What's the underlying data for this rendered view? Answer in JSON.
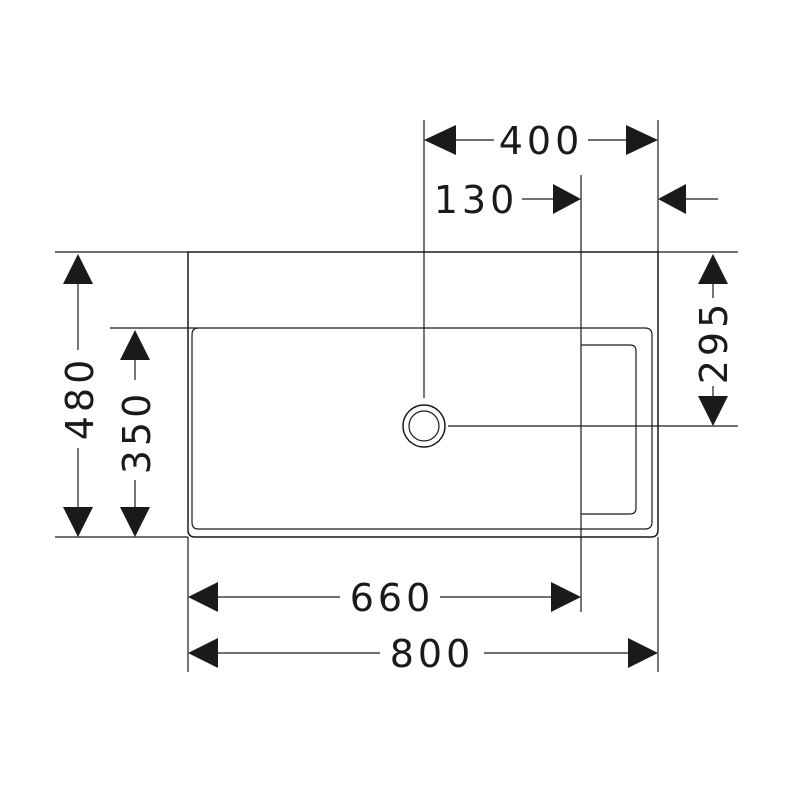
{
  "drawing": {
    "line_color": "#1a1a1a",
    "background": "#ffffff",
    "dimensions": {
      "width_overall": "800",
      "width_inner": "660",
      "drain_offset_right": "400",
      "shelf_width": "130",
      "depth_overall": "480",
      "depth_inner": "350",
      "drain_offset_top": "295"
    }
  }
}
